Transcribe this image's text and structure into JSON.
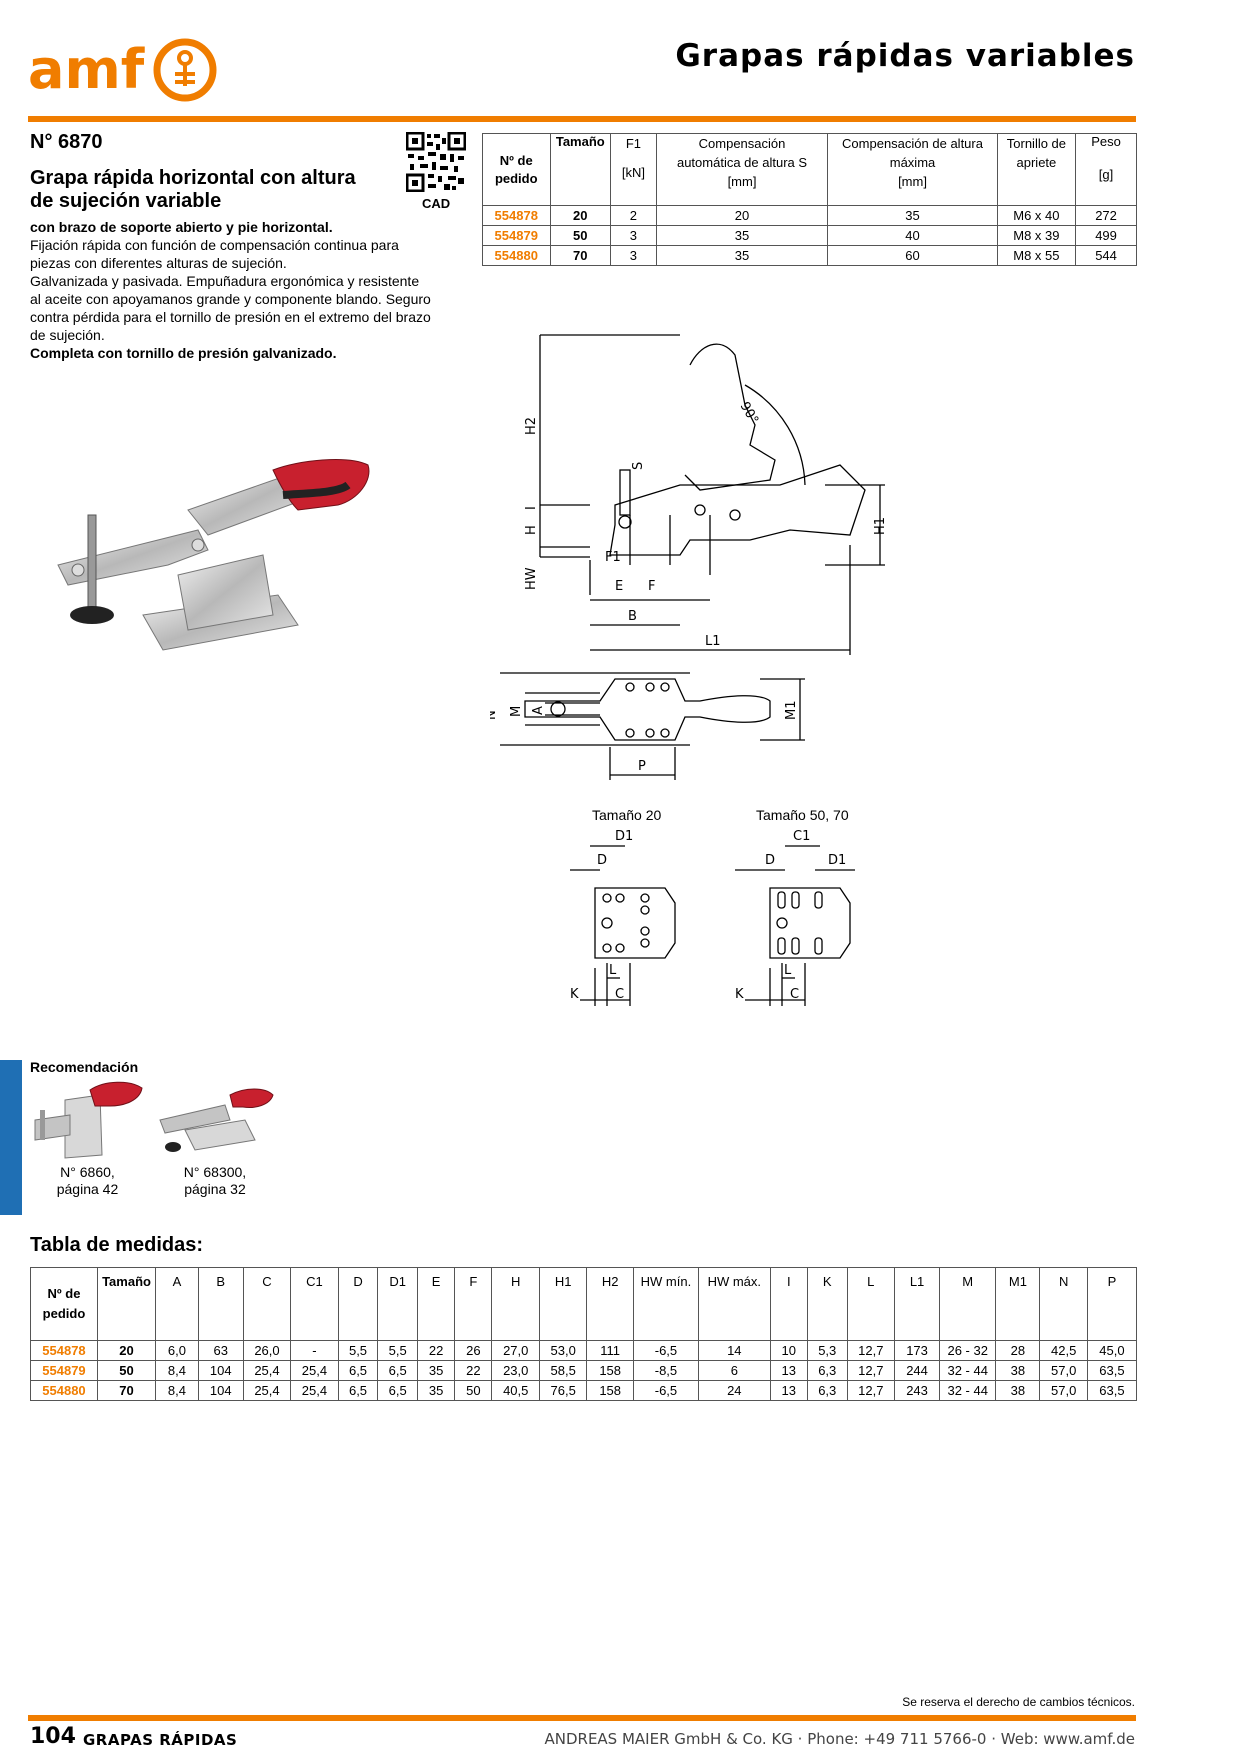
{
  "header": {
    "logo_text": "amf",
    "title": "Grapas rápidas variables"
  },
  "product": {
    "number": "N° 6870",
    "name_line1": "Grapa rápida horizontal con altura",
    "name_line2": "de sujeción variable",
    "cad_label": "CAD",
    "subtitle": "con brazo de soporte abierto y pie horizontal.",
    "desc1": "Fijación rápida con función de compensación continua para",
    "desc2": "piezas con diferentes alturas de sujeción.",
    "desc3": "Galvanizada y pasivada. Empuñadura ergonómica y resistente",
    "desc4": "al aceite con apoyamanos grande y componente blando. Seguro",
    "desc5": "contra pérdida para el tornillo de presión en el extremo del brazo",
    "desc6": "de sujeción.",
    "complete": "Completa con tornillo de presión galvanizado."
  },
  "order_table": {
    "headers": {
      "pedido": "Nº de pedido",
      "tamano": "Tamaño",
      "f1": "F1",
      "f1_unit": "[kN]",
      "comp_auto": "Compensación automática de altura S",
      "comp_auto_unit": "[mm]",
      "comp_max": "Compensación de altura máxima",
      "comp_max_unit": "[mm]",
      "tornillo": "Tornillo de apriete",
      "peso": "Peso",
      "peso_unit": "[g]"
    },
    "rows": [
      {
        "pedido": "554878",
        "tamano": "20",
        "f1": "2",
        "s": "20",
        "max": "35",
        "tornillo": "M6 x 40",
        "peso": "272"
      },
      {
        "pedido": "554879",
        "tamano": "50",
        "f1": "3",
        "s": "35",
        "max": "40",
        "tornillo": "M8 x 39",
        "peso": "499"
      },
      {
        "pedido": "554880",
        "tamano": "70",
        "f1": "3",
        "s": "35",
        "max": "60",
        "tornillo": "M8 x 55",
        "peso": "544"
      }
    ]
  },
  "drawings": {
    "angle": "90°",
    "labels": {
      "h2": "H2",
      "i": "I",
      "h": "H",
      "hw": "HW",
      "s": "S",
      "f1": "F1",
      "e": "E",
      "f": "F",
      "b": "B",
      "l1": "L1",
      "h1": "H1",
      "n": "N",
      "m": "M",
      "a": "A",
      "m1": "M1",
      "p": "P"
    },
    "size20_label": "Tamaño 20",
    "size50_label": "Tamaño 50, 70",
    "base_labels": {
      "d1": "D1",
      "d": "D",
      "c1": "C1",
      "l": "L",
      "k": "K",
      "c": "C"
    }
  },
  "recommendation": {
    "title": "Recomendación",
    "item1_line1": "N° 6860,",
    "item1_line2": "página 42",
    "item2_line1": "N° 68300,",
    "item2_line2": "página 32"
  },
  "dim_table": {
    "title": "Tabla de medidas:",
    "headers": [
      "Nº de pedido",
      "Tamaño",
      "A",
      "B",
      "C",
      "C1",
      "D",
      "D1",
      "E",
      "F",
      "H",
      "H1",
      "H2",
      "HW mín.",
      "HW máx.",
      "I",
      "K",
      "L",
      "L1",
      "M",
      "M1",
      "N",
      "P"
    ],
    "rows": [
      [
        "554878",
        "20",
        "6,0",
        "63",
        "26,0",
        "-",
        "5,5",
        "5,5",
        "22",
        "26",
        "27,0",
        "53,0",
        "111",
        "-6,5",
        "14",
        "10",
        "5,3",
        "12,7",
        "173",
        "26 - 32",
        "28",
        "42,5",
        "45,0"
      ],
      [
        "554879",
        "50",
        "8,4",
        "104",
        "25,4",
        "25,4",
        "6,5",
        "6,5",
        "35",
        "22",
        "23,0",
        "58,5",
        "158",
        "-8,5",
        "6",
        "13",
        "6,3",
        "12,7",
        "244",
        "32 - 44",
        "38",
        "57,0",
        "63,5"
      ],
      [
        "554880",
        "70",
        "8,4",
        "104",
        "25,4",
        "25,4",
        "6,5",
        "6,5",
        "35",
        "50",
        "40,5",
        "76,5",
        "158",
        "-6,5",
        "24",
        "13",
        "6,3",
        "12,7",
        "243",
        "32 - 44",
        "38",
        "57,0",
        "63,5"
      ]
    ]
  },
  "footer": {
    "note": "Se reserva el derecho de cambios técnicos.",
    "page": "104",
    "section": "GRAPAS RÁPIDAS",
    "company": "ANDREAS MAIER GmbH & Co. KG · Phone: +49 711 5766-0 · Web: www.amf.de"
  },
  "colors": {
    "accent": "#f07d00",
    "tab_blue": "#1f6fb4",
    "grip_red": "#c8202e"
  }
}
